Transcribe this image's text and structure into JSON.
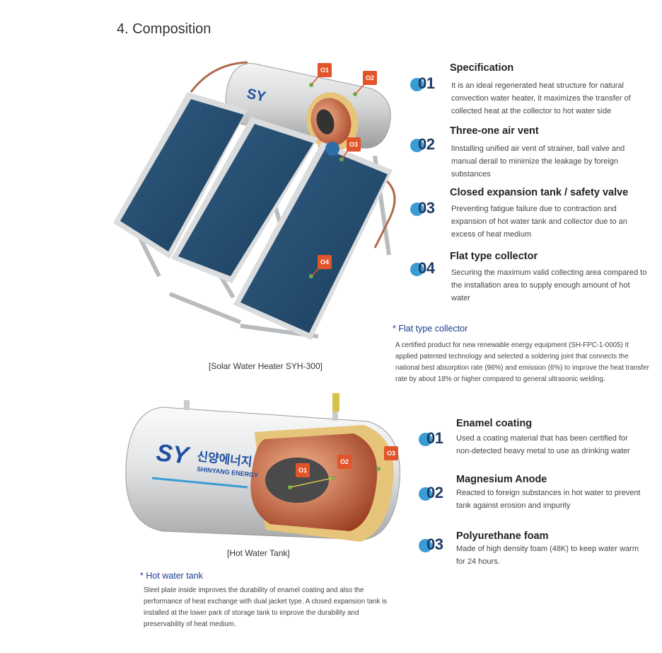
{
  "page": {
    "title": "4. Composition"
  },
  "colors": {
    "accent_blue": "#3a9bd5",
    "number_navy": "#1d3b66",
    "marker_orange": "#e2542a",
    "note_blue": "#1a3f8f"
  },
  "heater": {
    "caption": "[Solar Water Heater SYH-300]",
    "markers": [
      "O1",
      "O2",
      "O3",
      "O4"
    ],
    "features": [
      {
        "num": "01",
        "title": "Specification",
        "desc": "It is an ideal regenerated heat structure for natural convection water heater, it maximizes the transfer of collected heat at the collector to hot water side"
      },
      {
        "num": "02",
        "title": "Three-one air vent",
        "desc": "lInstalling unified air vent of strainer, ball valve and manual derail to minimize the leakage by foreign substances"
      },
      {
        "num": "03",
        "title": "Closed expansion tank / safety valve",
        "desc": "Preventing fatigue failure due to contraction and expansion of hot water tank and collector due to an excess of heat medium"
      },
      {
        "num": "04",
        "title": "Flat type collector",
        "desc": "Securing the maximum valid collecting area compared to the installation area to supply enough amount of hot water"
      }
    ],
    "note": {
      "title": "* Flat type collector",
      "body": "A certified product for new renewable energy equipment (SH-FPC-1-0005) It applied patented technology and selected a soldering joint that connects the national best absorption rate (96%) and emission (6%) to improve the heat transfer rate by about 18% or higher compared to general ultrasonic welding."
    }
  },
  "tank": {
    "caption": "[Hot Water Tank]",
    "markers": [
      "O1",
      "O2",
      "O3"
    ],
    "features": [
      {
        "num": "01",
        "title": "Enamel coating",
        "desc": "Used a coating material that has been certified for non-detected  heavy metal to use as drinking water"
      },
      {
        "num": "02",
        "title": "Magnesium Anode",
        "desc": "Reacted to foreign substances in hot water to prevent  tank against erosion and impurity"
      },
      {
        "num": "03",
        "title": "Polyurethane foam",
        "desc": "Made of  high density foam (48K) to keep water warm for 24 hours."
      }
    ],
    "note": {
      "title": "* Hot water tank",
      "body": "Steel plate inside improves the durability of enamel coating and also the performance of heat exchange with dual jacket type. A closed expansion tank is installed at the lower park of storage tank to improve the durability and preservability of heat medium."
    },
    "brand_kr": "신양에너지",
    "brand_en": "SHINYANG ENERGY",
    "brand_logo": "SY"
  }
}
